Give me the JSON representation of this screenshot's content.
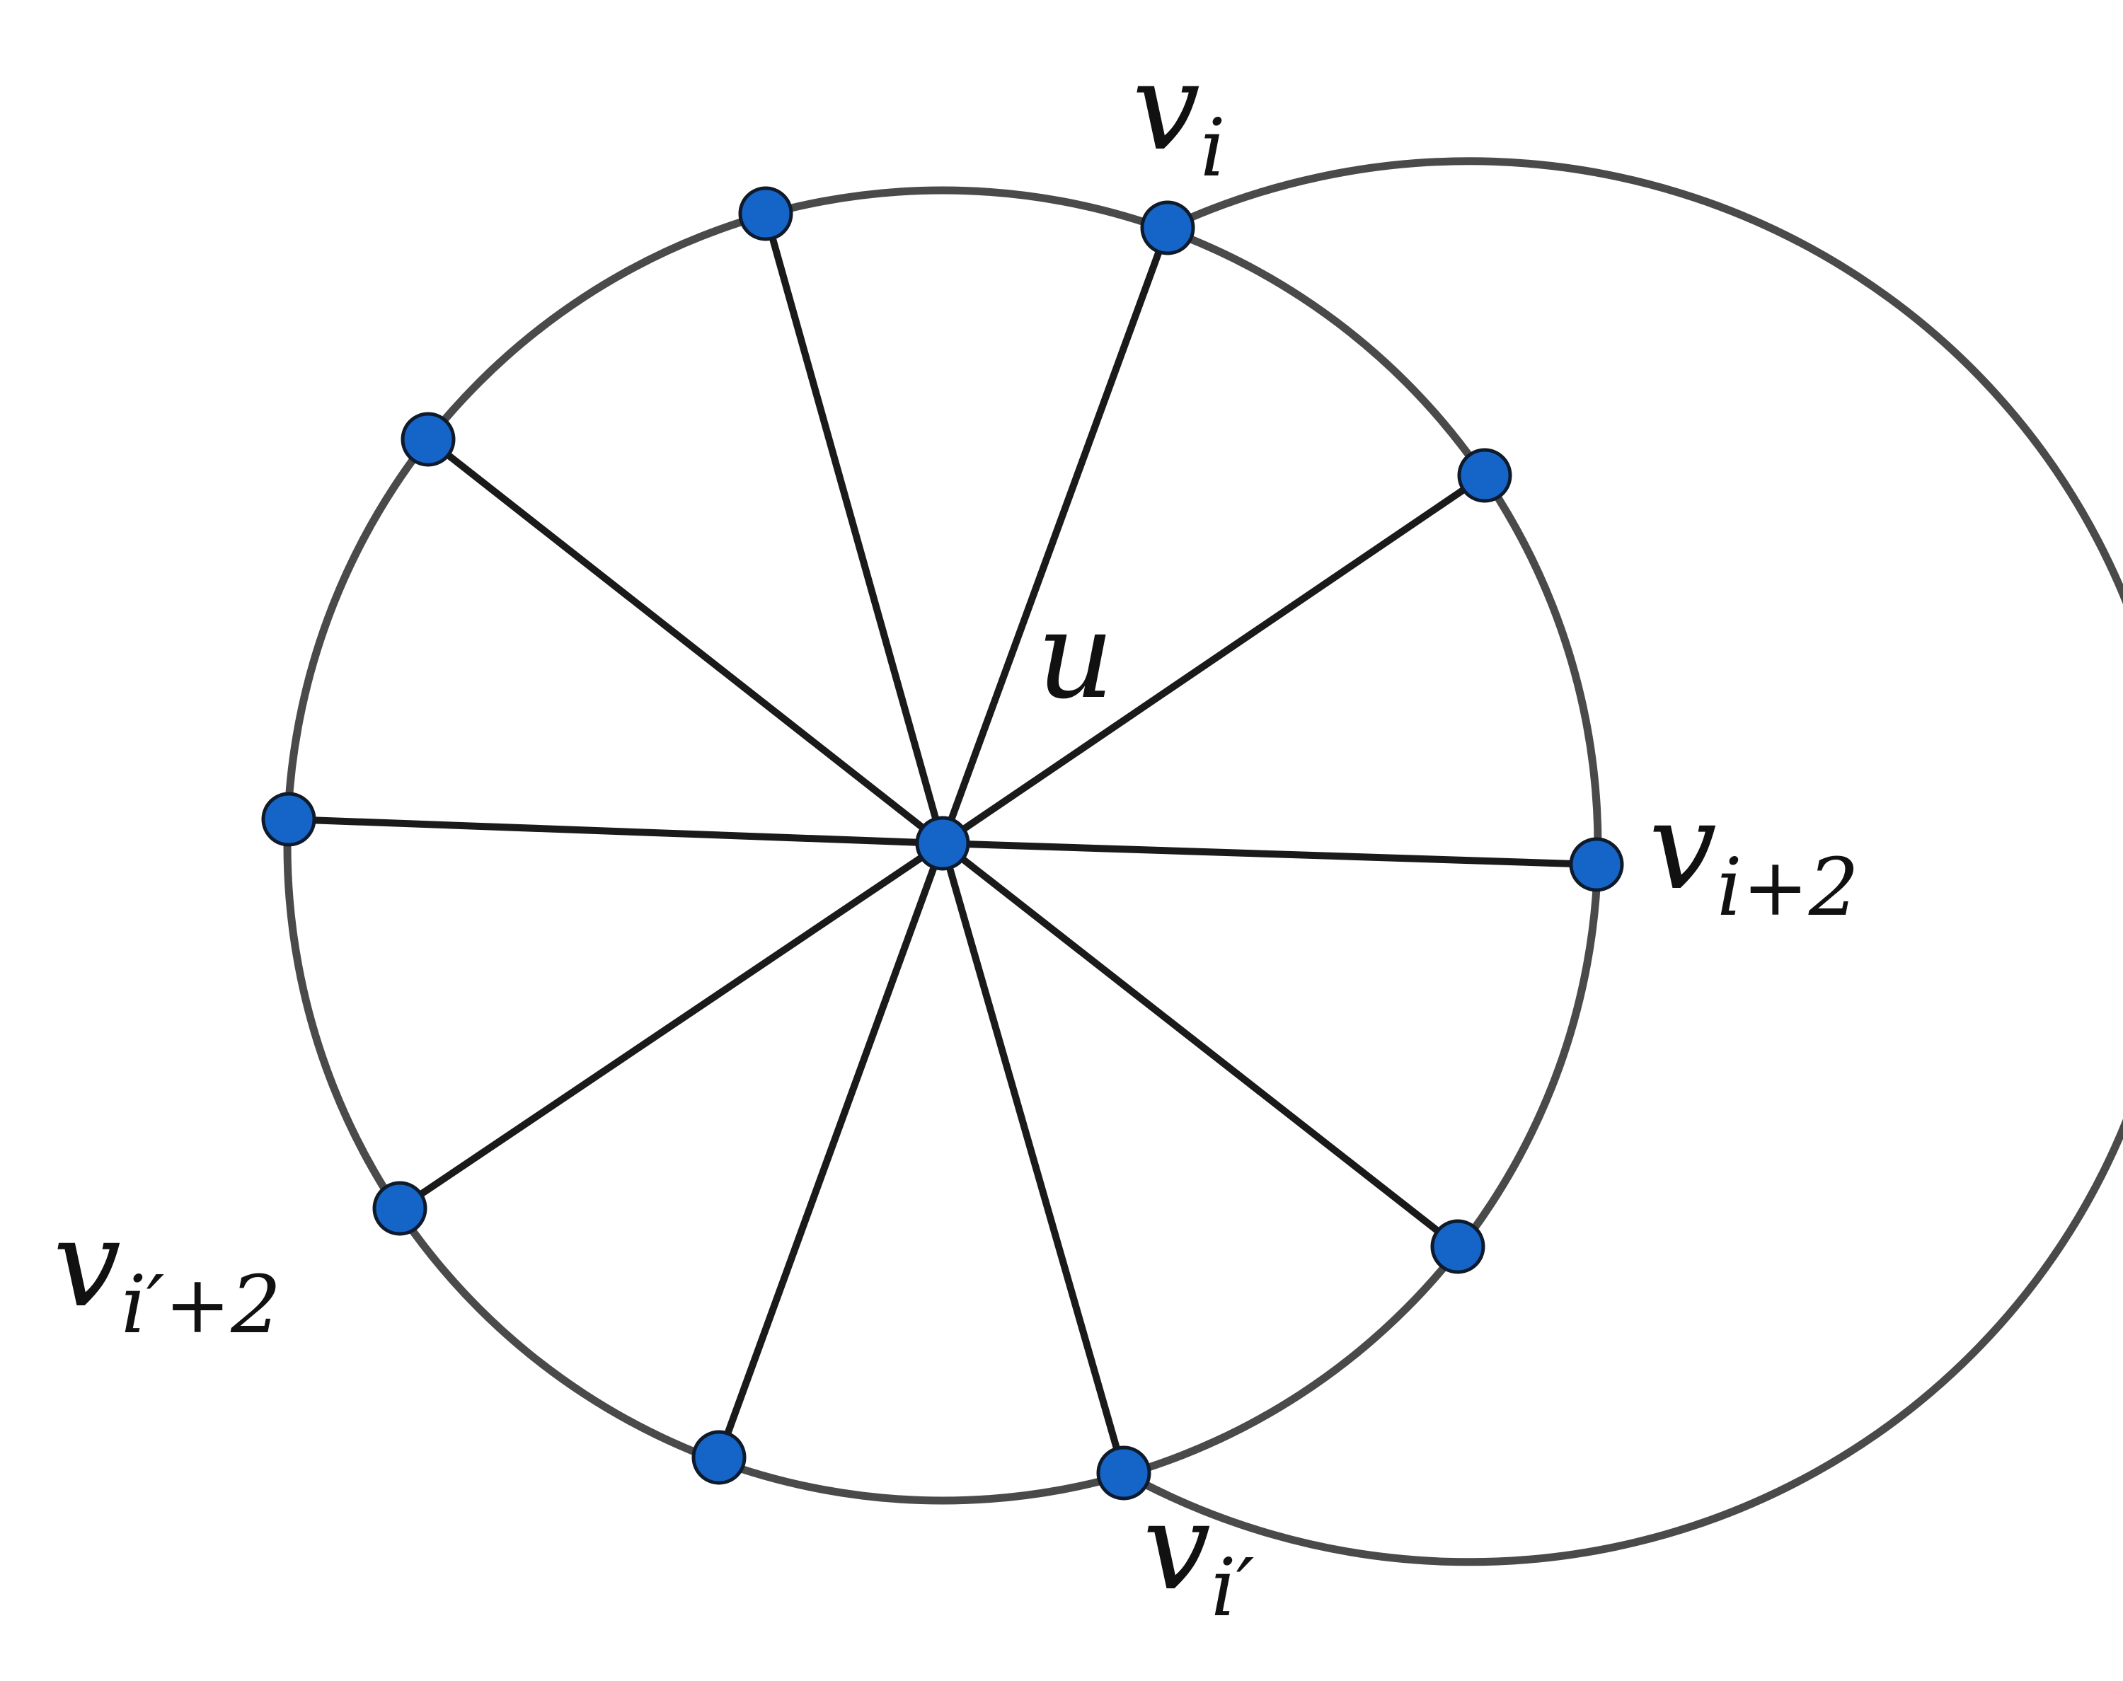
{
  "labels": {
    "center": "u",
    "vi": {
      "base": "v",
      "sub": "i"
    },
    "vi2": {
      "base": "v",
      "sub": "i+2"
    },
    "vip": {
      "base": "v",
      "sub": "i′"
    },
    "vip2": {
      "base": "v",
      "sub": "i′+2"
    }
  },
  "colors": {
    "vertex_fill": "#1565c8",
    "vertex_stroke": "#0f1a2a",
    "edge": "#1a1a1a",
    "rim": "#4a4a4a"
  }
}
